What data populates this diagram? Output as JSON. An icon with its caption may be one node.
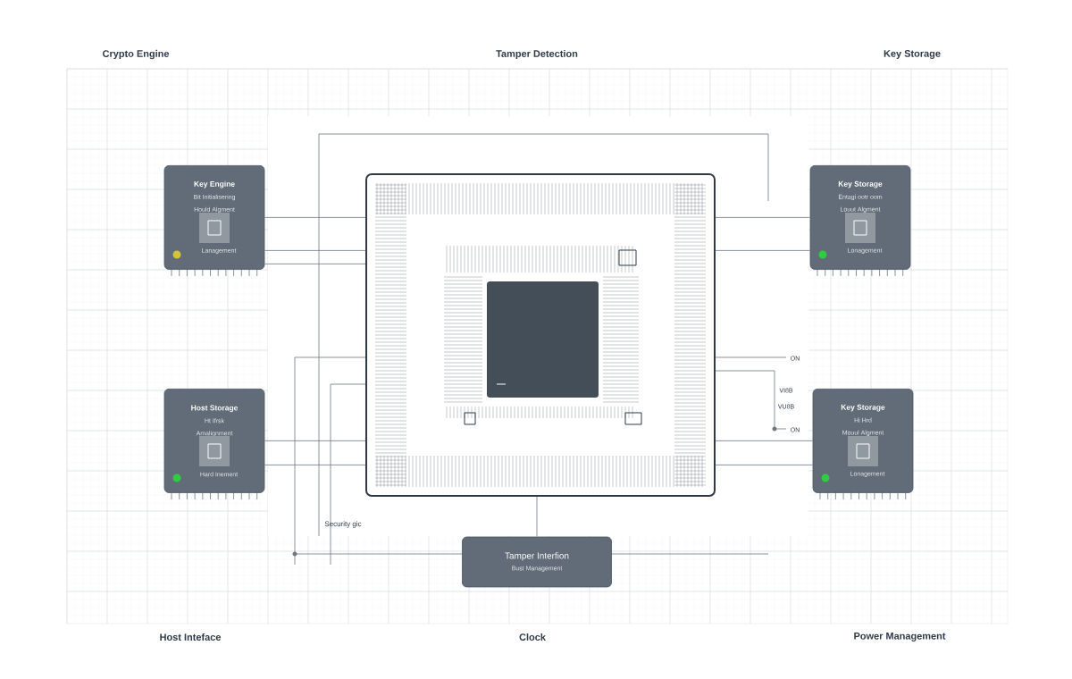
{
  "diagram": {
    "nodes": [
      {
        "text": [
          "Key Engine",
          "Bit Initialisering",
          "Hould Algment",
          "Lanagement"
        ]
      },
      {
        "text": [
          "Key Storage",
          "Entagi ootr oom",
          "Louut Algment",
          "Lonagement"
        ]
      },
      {
        "text": [
          "Host Storage",
          "Ht Ifrsk",
          "Amalignment",
          "Hard Inement"
        ]
      },
      {
        "text": [
          "Key Storage",
          "Hi Hrd",
          "Mouul Algment",
          "Lonagement"
        ]
      },
      {
        "text": [],
        "shape": "box"
      },
      {
        "text": [
          "Tamper Interfion",
          "Bust Management"
        ]
      }
    ],
    "edges": [
      {
        "from": 0,
        "to": 4,
        "arrow": "none"
      },
      {
        "from": 0,
        "to": 4,
        "arrow": "none"
      },
      {
        "from": 0,
        "to": 4,
        "arrow": "none"
      },
      {
        "from": 1,
        "to": 4,
        "arrow": "none"
      },
      {
        "from": 1,
        "to": 4,
        "arrow": "none"
      },
      {
        "from": 2,
        "to": 4,
        "arrow": "none"
      },
      {
        "from": 2,
        "to": 4,
        "arrow": "none"
      },
      {
        "from": 3,
        "to": 4,
        "arrow": "none"
      },
      {
        "from": 3,
        "to": 4,
        "arrow": "none"
      },
      {
        "from": 5,
        "to": 4,
        "arrow": "none"
      }
    ],
    "labels": [
      "Crypto Engine",
      "Tamper Detection",
      "Key Storage",
      "ON",
      "VI8B",
      "VU8B",
      "ON",
      "Security gic",
      "Host Inteface",
      "Clock",
      "Power Management"
    ]
  }
}
